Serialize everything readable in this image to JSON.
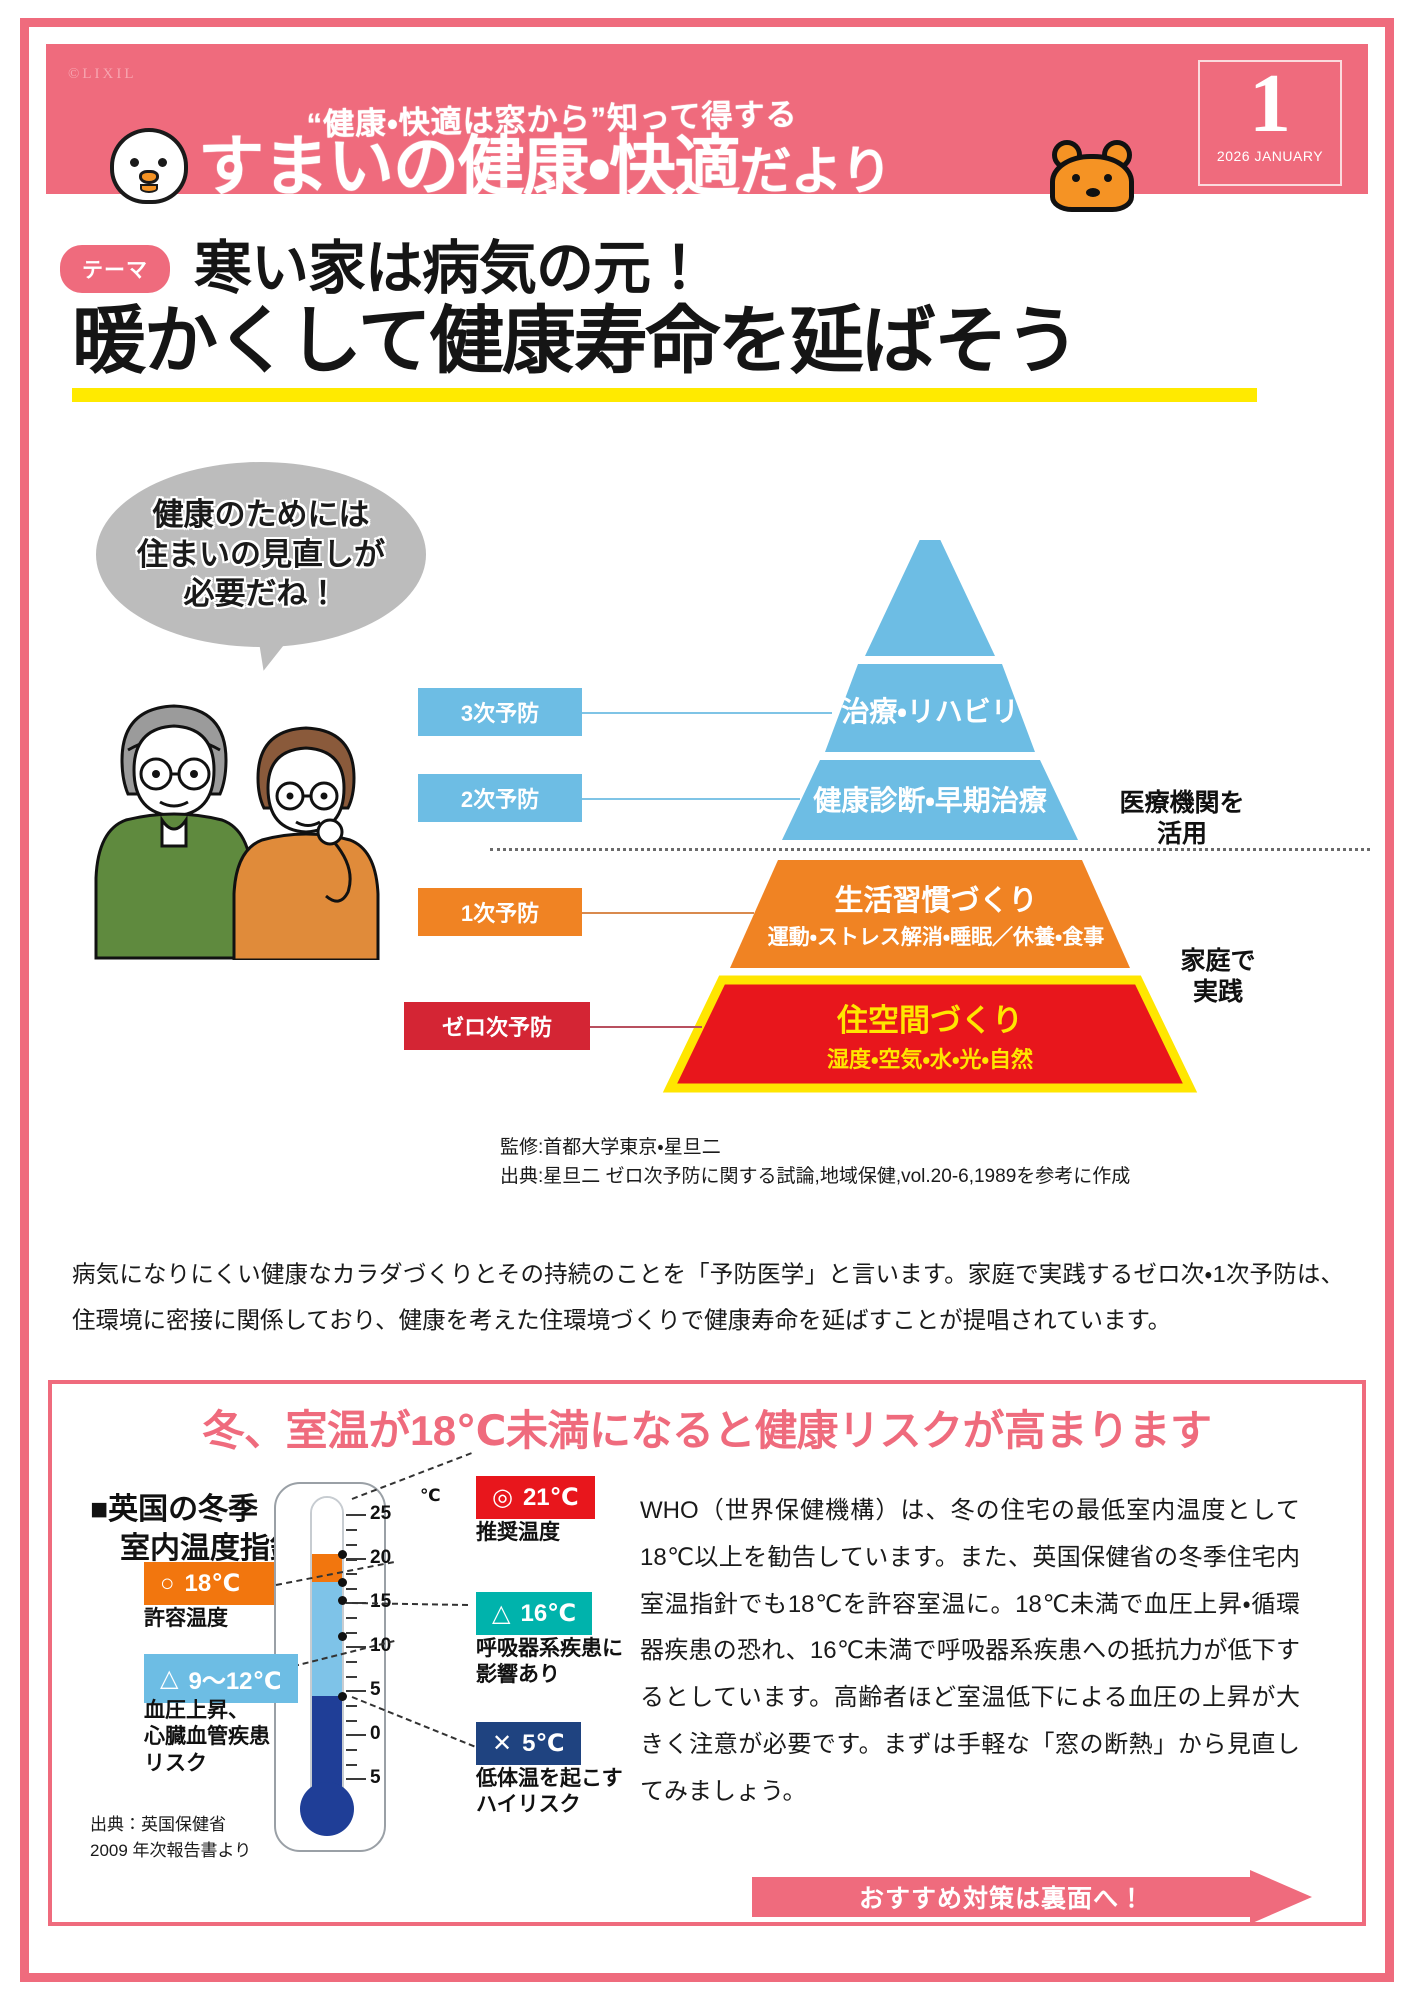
{
  "header": {
    "copyright": "©LIXIL",
    "kicker": "“健康・快適は窓から”知って得する",
    "brand_main": "すまいの健康・快適",
    "brand_suffix": "だより",
    "issue_number": "1",
    "issue_date": "2026 JANUARY",
    "accent_color": "#ef6b7d"
  },
  "theme": {
    "pill_label": "テーマ",
    "line1": "寒い家は病気の元！",
    "line2": "暖かくして健康寿命を延ばそう",
    "underline_color": "#ffea00"
  },
  "bubble": {
    "text": "健康のためには\n住まいの見直しが\n必要だね！"
  },
  "pyramid": {
    "tiers": [
      {
        "tag": "3次予防",
        "main": "治療・リハビリ",
        "sub": "",
        "color": "#6dbde4",
        "tag_color": "#6dbde4"
      },
      {
        "tag": "2次予防",
        "main": "健康診断・早期治療",
        "sub": "",
        "color": "#6dbde4",
        "tag_color": "#6dbde4"
      },
      {
        "tag": "1次予防",
        "main": "生活習慣づくり",
        "sub": "運動・ストレス解消・睡眠／休養・食事",
        "color": "#f08323",
        "tag_color": "#f08323"
      },
      {
        "tag": "ゼロ次予防",
        "main": "住空間づくり",
        "sub": "湿度・空気・水・光・自然",
        "color": "#e8161c",
        "tag_color": "#d42534"
      }
    ],
    "side_note_top": "医療機関を\n活用",
    "side_note_bottom": "家庭で\n実践",
    "credit": "監修:首都大学東京・星旦二\n出典:星旦二 ゼロ次予防に関する試論,地域保健,vol.20-6,1989を参考に作成"
  },
  "body_paragraph": "病気になりにくい健康なカラダづくりとその持続のことを「予防医学」と言います。家庭で実践するゼロ次・1次予防は、住環境に密接に関係しており、健康を考えた住環境づくりで健康寿命を延ばすことが提唱されています。",
  "section2": {
    "heading": "冬、室温が18℃未満になると健康リスクが高まります",
    "sub_heading": "■英国の冬季\n　室内温度指針",
    "source_note": "出典：英国保健省\n2009 年次報告書より",
    "thermometer": {
      "unit_label": "℃",
      "tick_labels": [
        "25",
        "20",
        "15",
        "10",
        "5",
        "0",
        "5"
      ],
      "axis_max": 27,
      "axis_min": -7,
      "segments": [
        {
          "name": "orange-band",
          "from": 18,
          "to": 21,
          "color": "#f2760e"
        },
        {
          "name": "light-blue-band",
          "from": 5,
          "to": 18,
          "color": "#7ec3e8"
        },
        {
          "name": "dark-blue-band",
          "from": -7,
          "to": 5,
          "color": "#1f3e97"
        }
      ],
      "markers": [
        21,
        18,
        16,
        12,
        5
      ]
    },
    "callouts": [
      {
        "glyph": "◎",
        "temp": "21℃",
        "note": "推奨温度",
        "color": "#e8161c"
      },
      {
        "glyph": "○",
        "temp": "18℃",
        "note": "許容温度",
        "color": "#f2760e"
      },
      {
        "glyph": "△",
        "temp": "16℃",
        "note": "呼吸器系疾患に\n影響あり",
        "color": "#00b3ac"
      },
      {
        "glyph": "△",
        "temp": "9〜12℃",
        "note": "血圧上昇、\n心臓血管疾患\nリスク",
        "color": "#6dbde4"
      },
      {
        "glyph": "✕",
        "temp": "5℃",
        "note": "低体温を起こす\nハイリスク",
        "color": "#1f4380"
      }
    ],
    "who_paragraph": "WHO（世界保健機構）は、冬の住宅の最低室内温度として18℃以上を勧告しています。また、英国保健省の冬季住宅内室温指針でも18℃を許容室温に。18℃未満で血圧上昇・循環器疾患の恐れ、16℃未満で呼吸器系疾患への抵抗力が低下するとしています。高齢者ほど室温低下による血圧の上昇が大きく注意が必要です。まずは手軽な「窓の断熱」から見直してみましょう。",
    "arrow_banner": "おすすめ対策は裏面へ！"
  }
}
